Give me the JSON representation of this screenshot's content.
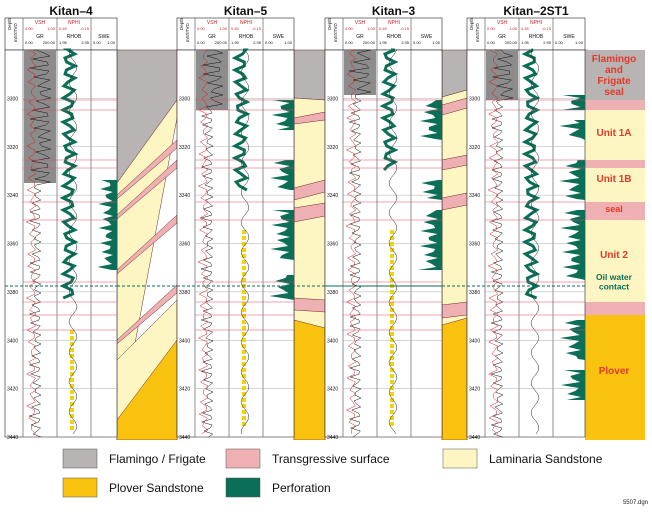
{
  "wells": [
    {
      "name": "Kitan–4",
      "depth_title": [
        "Depth",
        "mSSTVD"
      ]
    },
    {
      "name": "Kitan–5",
      "depth_title": [
        "Depth",
        "mSSTVD"
      ]
    },
    {
      "name": "Kitan–3",
      "depth_title": [
        "Depth",
        "mSSTVD"
      ]
    },
    {
      "name": "Kitan–2ST1",
      "depth_title": [
        "Depth",
        "mSSTVD"
      ]
    }
  ],
  "curve_headers": {
    "vsh": {
      "label": "VSH",
      "min": "0.00",
      "max": "1.00"
    },
    "gr": {
      "label": "GR",
      "min": "0.00",
      "max": "200.00"
    },
    "nphi": {
      "label": "NPHI",
      "min": "0.45",
      "max": "-0.15"
    },
    "rhob": {
      "label": "RHOB",
      "min": "1.95",
      "max": "2.95"
    },
    "swe": {
      "label": "SWE",
      "min": "0.00",
      "max": "1.00"
    }
  },
  "depth_ticks": [
    "3300",
    "3320",
    "3340",
    "3360",
    "3380",
    "3400",
    "3420",
    "3440"
  ],
  "depth_range": [
    3280,
    3440
  ],
  "zones": [
    {
      "label": "Flamingo\nand\nFrigate\nseal",
      "unit": "flamingo"
    },
    {
      "label": "Unit 1A",
      "unit": "laminaria"
    },
    {
      "label": "Unit 1B",
      "unit": "laminaria"
    },
    {
      "label": "seal",
      "unit": "transgressive"
    },
    {
      "label": "Unit 2",
      "unit": "laminaria"
    },
    {
      "label": "Oil water\ncontact",
      "unit": "owc"
    },
    {
      "label": "Plover",
      "unit": "plover"
    }
  ],
  "legend": [
    {
      "label": "Flamingo / Frigate",
      "color": "#b9b4b4"
    },
    {
      "label": "Transgressive surface",
      "color": "#eeb0b2"
    },
    {
      "label": "Laminaria Sandstone",
      "color": "#fdf6c2"
    },
    {
      "label": "Plover Sandstone",
      "color": "#f8c20f"
    },
    {
      "label": "Perforation",
      "color": "#0b6e57"
    }
  ],
  "colors": {
    "flamingo": "#b9b4b4",
    "transgressive": "#eeb0b2",
    "laminaria": "#fdf6c2",
    "plover": "#f8c20f",
    "perforation": "#0b6e57",
    "owc": "#0b6e57",
    "zone_text": "#e13a28",
    "curve_header_red": "#d62020"
  },
  "file_tag": "5507.dgn"
}
